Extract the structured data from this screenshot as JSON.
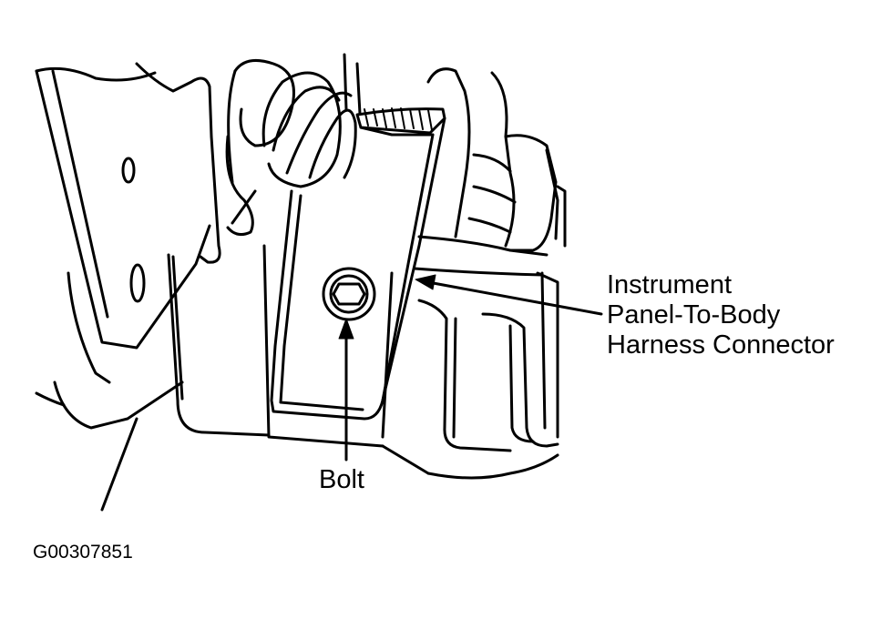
{
  "labels": {
    "connector": [
      "Instrument",
      "Panel-To-Body",
      "Harness Connector"
    ],
    "bolt": "Bolt",
    "figure_id": "G00307851"
  },
  "colors": {
    "line": "#000000",
    "background": "#ffffff"
  }
}
